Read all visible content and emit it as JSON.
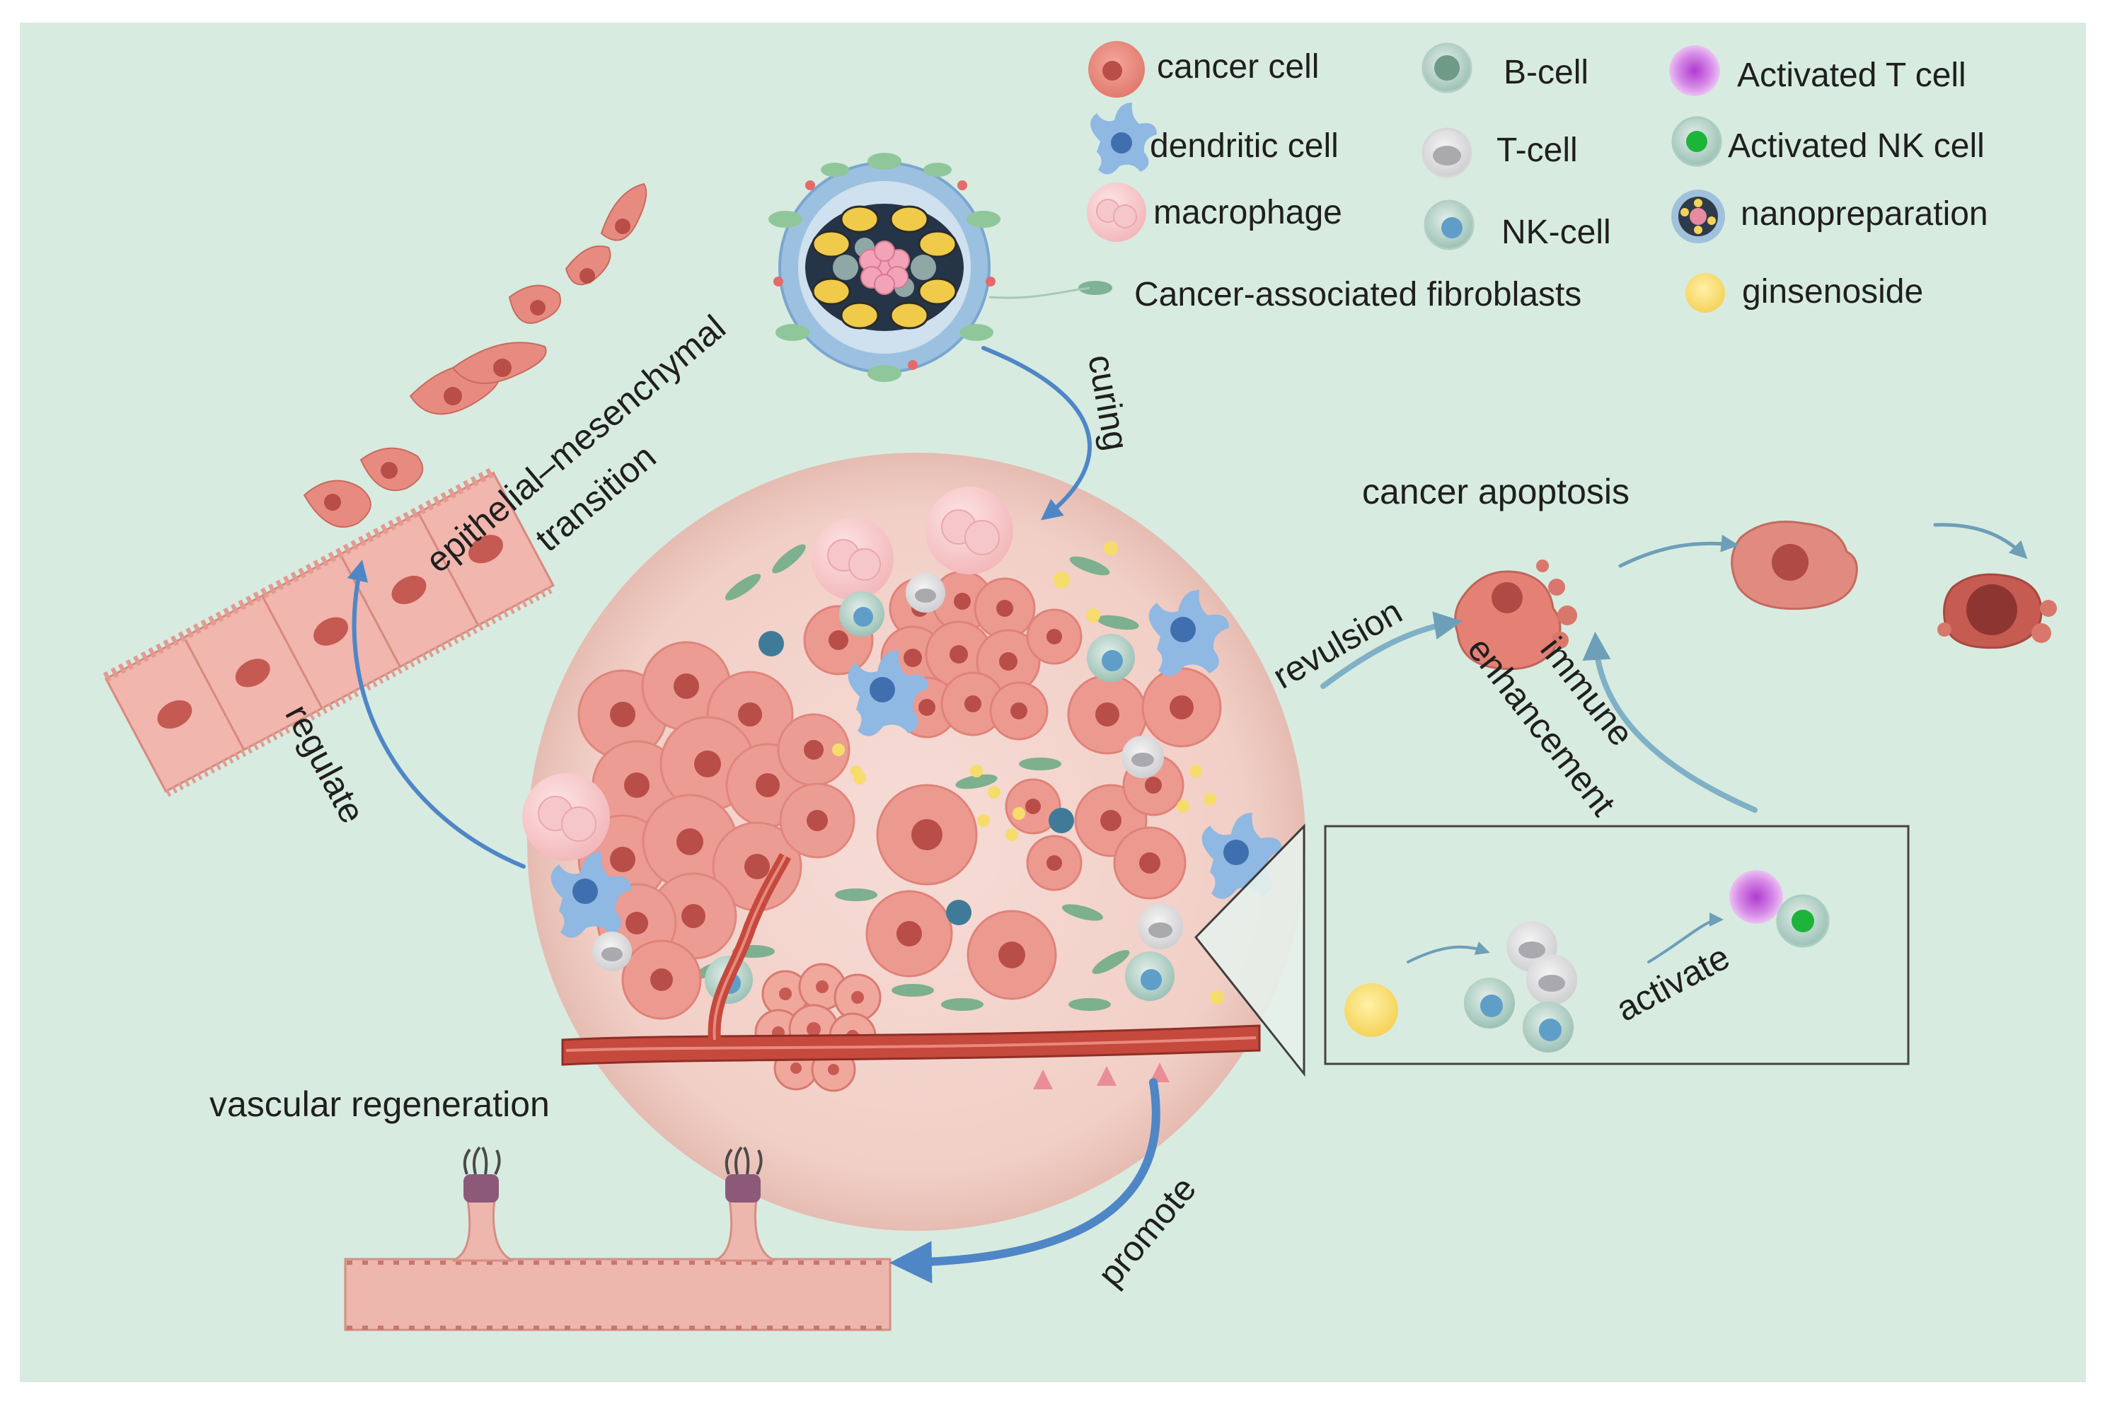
{
  "legend": {
    "cancer_cell": "cancer cell",
    "dendritic_cell": "dendritic cell",
    "macrophage": "macrophage",
    "b_cell": "B-cell",
    "t_cell": "T-cell",
    "nk_cell": "NK-cell",
    "caf": "Cancer-associated fibroblasts",
    "activated_t_cell": "Activated T cell",
    "activated_nk_cell": "Activated NK cell",
    "nanopreparation": "nanopreparation",
    "ginsenoside": "ginsenoside"
  },
  "labels": {
    "emt_line1": "epithelial–mesenchymal",
    "emt_line2": "transition",
    "curing": "curing",
    "regulate": "regulate",
    "revulsion": "revulsion",
    "cancer_apoptosis": "cancer apoptosis",
    "immune": "immune",
    "enhancement": "enhancement",
    "activate": "activate",
    "vascular_regeneration": "vascular regeneration",
    "promote": "promote"
  },
  "colors": {
    "background": "#d8ebe0",
    "cancer": "#e8847a",
    "nucleus": "#b94d47",
    "macrophage": "#f7c8c8",
    "dendritic": "#7aa6d6",
    "fibroblast": "#6eaa86",
    "ginsenoside": "#f6dc6a",
    "arrow": "#4f86c6",
    "vessel": "#c0473b"
  }
}
